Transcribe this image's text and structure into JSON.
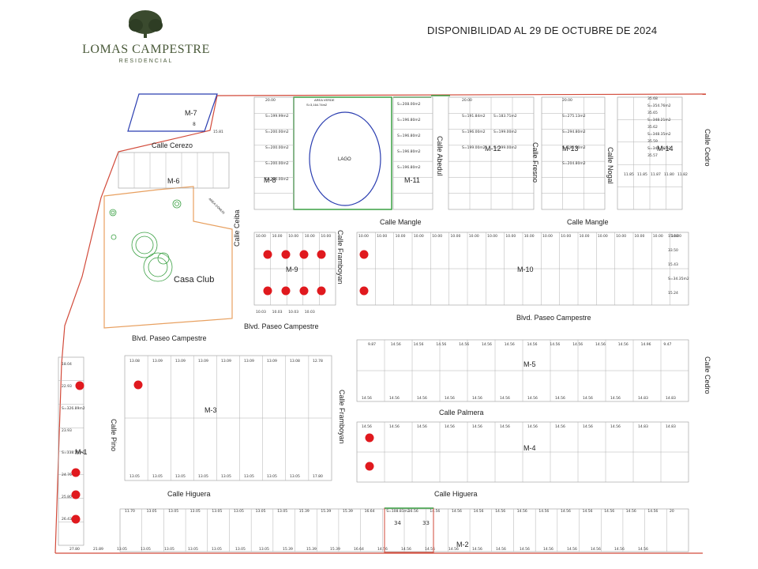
{
  "header": {
    "title": "DISPONIBILIDAD AL 29 DE OCTUBRE DE 2024",
    "brand_name": "LOMAS CAMPESTRE",
    "brand_sub": "RESIDENCIAL"
  },
  "colors": {
    "boundary": "#d24a3a",
    "park": "#3aa043",
    "lake": "#2a3db0",
    "club": "#e8a060",
    "sold_marker": "#e0191e",
    "lot_line": "#9a9a9a",
    "logo_tree": "#3a4a2e"
  },
  "streets": [
    {
      "id": "calle-cerezo",
      "name": "Calle Cerezo"
    },
    {
      "id": "calle-ceiba",
      "name": "Calle Ceiba"
    },
    {
      "id": "calle-abedul",
      "name": "Calle Abedul"
    },
    {
      "id": "calle-fresno",
      "name": "Calle Fresno"
    },
    {
      "id": "calle-nogal",
      "name": "Calle Nogal"
    },
    {
      "id": "calle-cedro-top",
      "name": "Calle Cedro"
    },
    {
      "id": "calle-mangle-1",
      "name": "Calle Mangle"
    },
    {
      "id": "calle-mangle-2",
      "name": "Calle Mangle"
    },
    {
      "id": "calle-framboyan-top",
      "name": "Calle Framboyan"
    },
    {
      "id": "blvd-1",
      "name": "Blvd. Paseo Campestre"
    },
    {
      "id": "blvd-2",
      "name": "Blvd. Paseo Campestre"
    },
    {
      "id": "blvd-3",
      "name": "Blvd. Paseo Campestre"
    },
    {
      "id": "calle-cedro-right",
      "name": "Calle Cedro"
    },
    {
      "id": "calle-framboyan-bottom",
      "name": "Calle Framboyan"
    },
    {
      "id": "calle-palmera",
      "name": "Calle Palmera"
    },
    {
      "id": "calle-pino",
      "name": "Calle Pino"
    },
    {
      "id": "calle-higuera-1",
      "name": "Calle Higuera"
    },
    {
      "id": "calle-higuera-2",
      "name": "Calle Higuera"
    }
  ],
  "manzanas": [
    {
      "id": "M-7",
      "label": "M-7"
    },
    {
      "id": "M-6",
      "label": "M-6"
    },
    {
      "id": "M-8",
      "label": "M-8"
    },
    {
      "id": "M-11",
      "label": "M-11"
    },
    {
      "id": "M-12",
      "label": "M-12"
    },
    {
      "id": "M-13",
      "label": "M-13"
    },
    {
      "id": "M-14",
      "label": "M-14"
    },
    {
      "id": "M-9",
      "label": "M-9"
    },
    {
      "id": "M-10",
      "label": "M-10"
    },
    {
      "id": "M-5",
      "label": "M-5"
    },
    {
      "id": "M-3",
      "label": "M-3"
    },
    {
      "id": "M-1",
      "label": "M-1"
    },
    {
      "id": "M-4",
      "label": "M-4"
    },
    {
      "id": "M-2",
      "label": "M-2"
    }
  ],
  "features": {
    "lake": "LAGO",
    "green_area": "AREA VERDE",
    "green_area_size": "S=3,164.74m2",
    "club": "Casa Club",
    "area_comun": "AREA COMUN"
  },
  "lot_samples": {
    "m7_top": "8",
    "m7_dim": "15.81",
    "m8_lots": [
      "20.00",
      "S=199.99m2",
      "S=200.00m2",
      "S=200.00m2",
      "S=200.00m2",
      "S=200.00m2"
    ],
    "m11_lots": [
      "S=208.00m2",
      "S=196.80m2",
      "S=196.80m2",
      "S=196.80m2",
      "S=196.80m2"
    ],
    "m12_lots": [
      "20.00",
      "S=183.71m2",
      "S=191.84m2",
      "S=199.00m2",
      "S=196.00m2",
      "S=199.00m2",
      "S=199.00m2"
    ],
    "m13_lots": [
      "20.00",
      "S=275.13m2",
      "S=294.80m2",
      "S=294.80m2",
      "S=204.80m2"
    ],
    "m14_lots": [
      "35.68",
      "S=354.76m2",
      "35.65",
      "S=348.21m2",
      "35.62",
      "S=348.35m2",
      "35.59",
      "S=348.76m2",
      "35.57"
    ],
    "m14_bottom": [
      "11.85",
      "11.85",
      "11.87",
      "11.80",
      "11.82"
    ],
    "m10_right": [
      "15.48",
      "33.50",
      "15.43",
      "S=34.35m2",
      "15.24"
    ],
    "m5_lots": [
      "9.87",
      "14.56",
      "14.56",
      "14.56",
      "14.56",
      "14.56",
      "14.56",
      "14.56",
      "14.56",
      "14.56",
      "14.56",
      "14.56",
      "14.96",
      "9.47"
    ],
    "m5_bottom": [
      "14.56",
      "14.56",
      "14.56",
      "14.56",
      "14.56",
      "14.56",
      "14.56",
      "14.56",
      "14.56",
      "14.56",
      "14.83",
      "14.83"
    ],
    "m4_lots": [
      "14.56",
      "14.56",
      "14.56",
      "14.56",
      "14.56",
      "14.56",
      "14.56",
      "14.56",
      "14.56",
      "14.56",
      "14.83",
      "14.83"
    ],
    "m3_top": [
      "13.08",
      "13.09",
      "13.09",
      "13.09",
      "13.09",
      "13.09",
      "13.09",
      "13.08",
      "12.78"
    ],
    "m3_bottom": [
      "13.05",
      "13.05",
      "13.05",
      "13.05",
      "13.05",
      "13.05",
      "13.05",
      "13.05",
      "17.80"
    ],
    "m1_lots": [
      "18.04",
      "22.93",
      "S=326.89m2",
      "23.93",
      "S=338.39m2",
      "24.76",
      "25.80",
      "26.43"
    ],
    "m2_top": [
      "11.70",
      "13.05",
      "13.05",
      "13.05",
      "13.05",
      "13.05",
      "13.05",
      "13.05",
      "15.39",
      "15.39",
      "15.39",
      "16.64",
      "S=108.81m2",
      "16.56",
      "14.56",
      "14.56",
      "14.56",
      "14.56",
      "14.56",
      "14.56",
      "14.56",
      "14.56",
      "14.56",
      "14.56",
      "14.56",
      "20"
    ],
    "m2_bottom": [
      "27.80",
      "21.89",
      "13.05",
      "13.05",
      "13.05",
      "13.05",
      "13.05",
      "13.05",
      "13.05",
      "15.39",
      "15.39",
      "15.39",
      "16.64",
      "14.56",
      "14.56",
      "14.56",
      "14.56",
      "14.56",
      "14.56",
      "14.56",
      "14.56",
      "14.56",
      "14.56",
      "14.56",
      "14.56"
    ],
    "m2_pair": [
      "34",
      "33"
    ],
    "m9_top": [
      "10.00",
      "10.00",
      "10.00",
      "10.00",
      "10.00"
    ],
    "m9_bottom": [
      "10.03",
      "10.03",
      "10.03",
      "10.03"
    ],
    "m10_top": [
      "10.00",
      "10.00",
      "10.00",
      "10.00",
      "10.00",
      "10.00",
      "10.00",
      "10.00",
      "10.00",
      "10.00",
      "10.00",
      "10.00",
      "10.00",
      "10.00",
      "10.00",
      "10.00",
      "10.00",
      "10.00"
    ]
  }
}
